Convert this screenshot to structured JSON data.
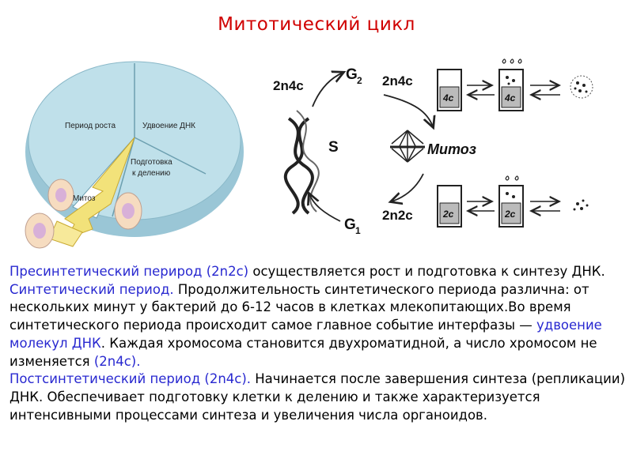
{
  "title": "Митотический цикл",
  "pie": {
    "growth": "Период роста",
    "dna_doubling": "Удвоение ДНК",
    "prep_line1": "Подготовка",
    "prep_line2": "к делению",
    "mitosis": "Митоз"
  },
  "scheme": {
    "top_left": "2n4c",
    "g2": "G",
    "g2_sub": "2",
    "top_right": "2n4c",
    "s": "S",
    "mitosis": "Митоз",
    "g1": "G",
    "g1_sub": "1",
    "bottom_right": "2n2c",
    "cell_top_1": "4c",
    "cell_top_2": "4c",
    "cell_bot_1": "2c",
    "cell_bot_2": "2c"
  },
  "text": {
    "p1_term": "Пресинтетический перирод (2n2c)",
    "p1_rest": " осуществляется рост и подготовка к синтезу ДНК.",
    "p2_term": "Синтетический период.",
    "p2_rest1": " Продолжительность синтетического периода различна: от нескольких минут у бактерий до 6-12 часов в клетках млекопитающих.Во время синтетического периода происходит самое главное событие интерфазы — ",
    "p2_term2": "удвоение молекул ДНК",
    "p2_rest2": ". Каждая хромосома становится двухроматидной, а число хромосом не изменяется ",
    "p2_term3": "(2n4c).",
    "p3_term": "Постсинтетический период (2n4c).",
    "p3_rest": " Начинается после завершения синтеза (репликации) ДНК. Обеспечивает подготовку клетки к делению и также характеризуется интенсивными процессами синтеза и увеличения числа органоидов."
  }
}
